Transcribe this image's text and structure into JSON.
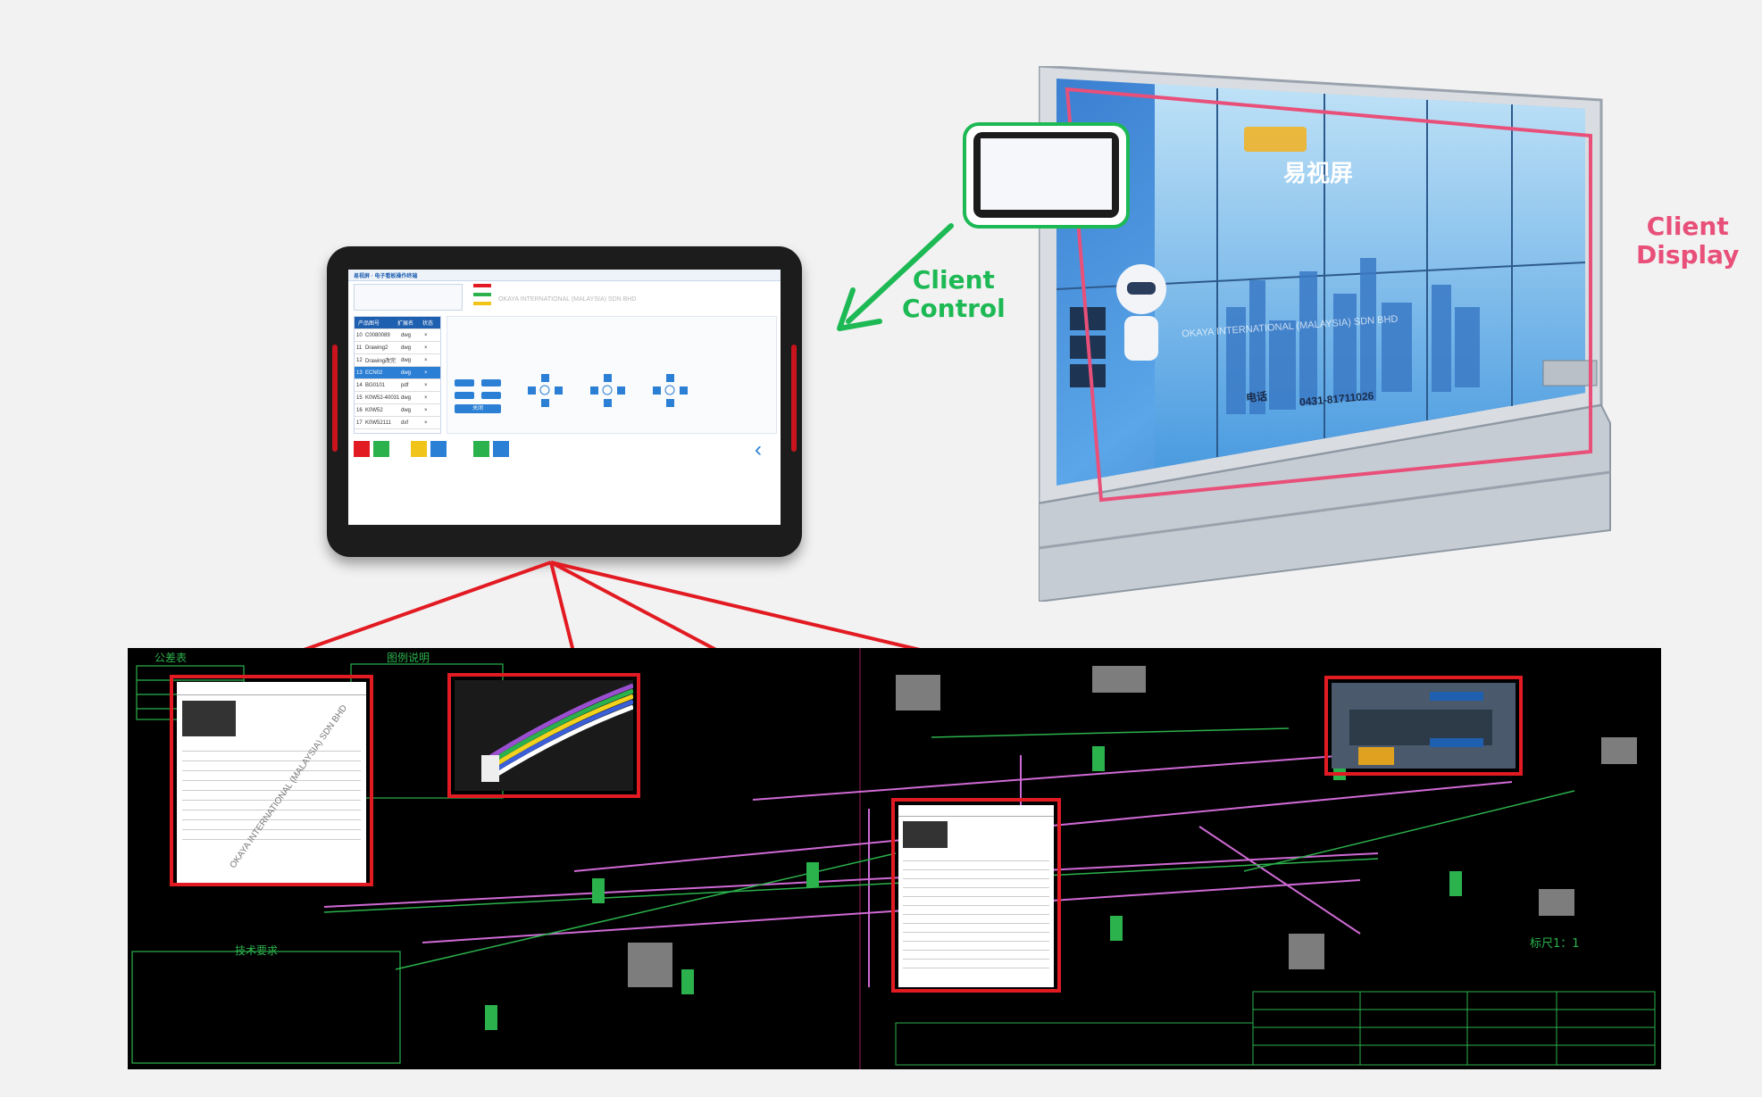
{
  "labels": {
    "client_control": "Client\nControl",
    "client_display": "Client\nDisplay"
  },
  "tablet_ui": {
    "title": "易视屏 · 电子看板操作终端",
    "watermark": "OKAYA INTERNATIONAL (MALAYSIA) SDN BHD",
    "list_headers": [
      "产品图号",
      "扩展名",
      "状态"
    ],
    "list_rows": [
      {
        "no": "10",
        "name": "C0080089",
        "ext": "dwg"
      },
      {
        "no": "11",
        "name": "Drawing2",
        "ext": "dwg"
      },
      {
        "no": "12",
        "name": "Drawing改完",
        "ext": "dwg"
      },
      {
        "no": "13",
        "name": "ECN02",
        "ext": "dwg"
      },
      {
        "no": "14",
        "name": "BG0101",
        "ext": "pdf"
      },
      {
        "no": "15",
        "name": "K0W52-40031",
        "ext": "dwg"
      },
      {
        "no": "16",
        "name": "K0W52",
        "ext": "dwg"
      },
      {
        "no": "17",
        "name": "K0W52111",
        "ext": "dxf"
      }
    ],
    "close_button": "关闭"
  },
  "display_wall": {
    "brand": "易视屏",
    "watermark": "OKAYA INTERNATIONAL (MALAYSIA) SDN BHD",
    "phone_label": "电话",
    "phone": "0431-81711026"
  },
  "blueprint": {
    "left_table_title": "公差表",
    "legend_title": "图例说明",
    "tech_title": "技术要求",
    "scale": "标尺1：1",
    "watermark": "OKAYA INTERNATIONAL (MALAYSIA) SDN BHD"
  },
  "colors": {
    "label_green": "#1db954",
    "label_pink": "#e8507a",
    "link_red": "#e21b23"
  }
}
